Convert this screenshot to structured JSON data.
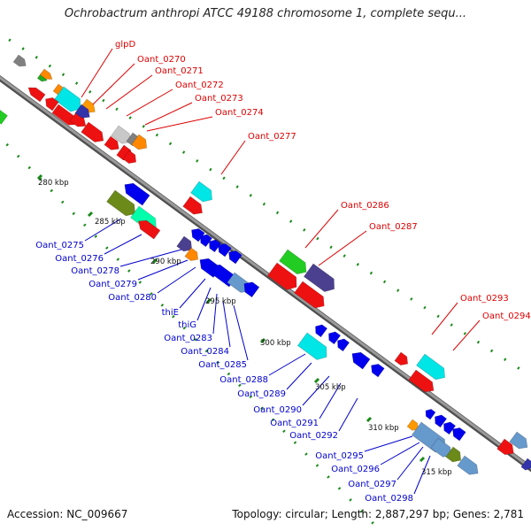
{
  "title": "Ochrobactrum anthropi ATCC 49188 chromosome 1, complete sequ...",
  "footer": {
    "accession": "Accession: NC_009667",
    "topology": "Topology: circular; Length: 2,887,297 bp; Genes: 2,781"
  },
  "colors": {
    "backbone": "#808080",
    "forward_label": "#dd0000",
    "reverse_label": "#0000cc",
    "tick": "#1a8a1a"
  },
  "kbp_labels": [
    "280 kbp",
    "285 kbp",
    "290 kbp",
    "295 kbp",
    "300 kbp",
    "305 kbp",
    "310 kbp",
    "315 kbp"
  ],
  "forward_genes": [
    "glpD",
    "Oant_0270",
    "Oant_0271",
    "Oant_0272",
    "Oant_0273",
    "Oant_0274",
    "Oant_0277",
    "Oant_0286",
    "Oant_0287",
    "Oant_0293",
    "Oant_0294"
  ],
  "reverse_genes": [
    "Oant_0275",
    "Oant_0276",
    "Oant_0278",
    "Oant_0279",
    "Oant_0280",
    "thiE",
    "thiG",
    "Oant_0283",
    "Oant_0284",
    "Oant_0285",
    "Oant_0288",
    "Oant_0289",
    "Oant_0290",
    "Oant_0291",
    "Oant_0292",
    "Oant_0295",
    "Oant_0296",
    "Oant_0297",
    "Oant_0298"
  ]
}
